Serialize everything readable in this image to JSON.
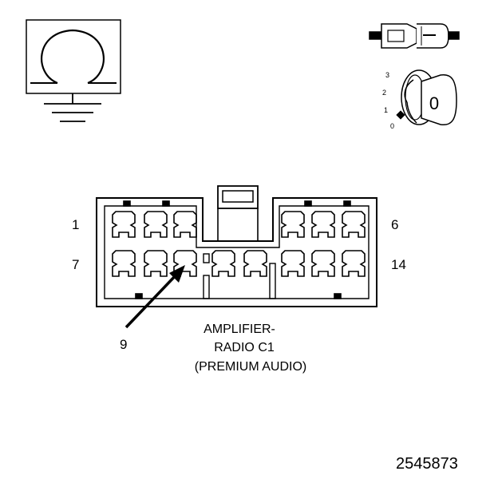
{
  "symbols": {
    "ohmmeter_icon": "ohmmeter-icon",
    "ground_icon": "ground-icon",
    "connector_probe_icon": "connector-probe-icon",
    "ignition_key_icon": "ignition-key-icon"
  },
  "ignition": {
    "positions": [
      "3",
      "2",
      "1",
      "0"
    ],
    "key_label": "0"
  },
  "connector": {
    "pin_labels": {
      "row1_left": "1",
      "row1_right": "6",
      "row2_left": "7",
      "row2_right": "14"
    },
    "pointer_label": "9",
    "name_lines": [
      "AMPLIFIER-",
      "RADIO C1",
      "(PREMIUM AUDIO)"
    ]
  },
  "figure_id": "2545873",
  "colors": {
    "ink": "#000000",
    "paper": "#ffffff"
  }
}
